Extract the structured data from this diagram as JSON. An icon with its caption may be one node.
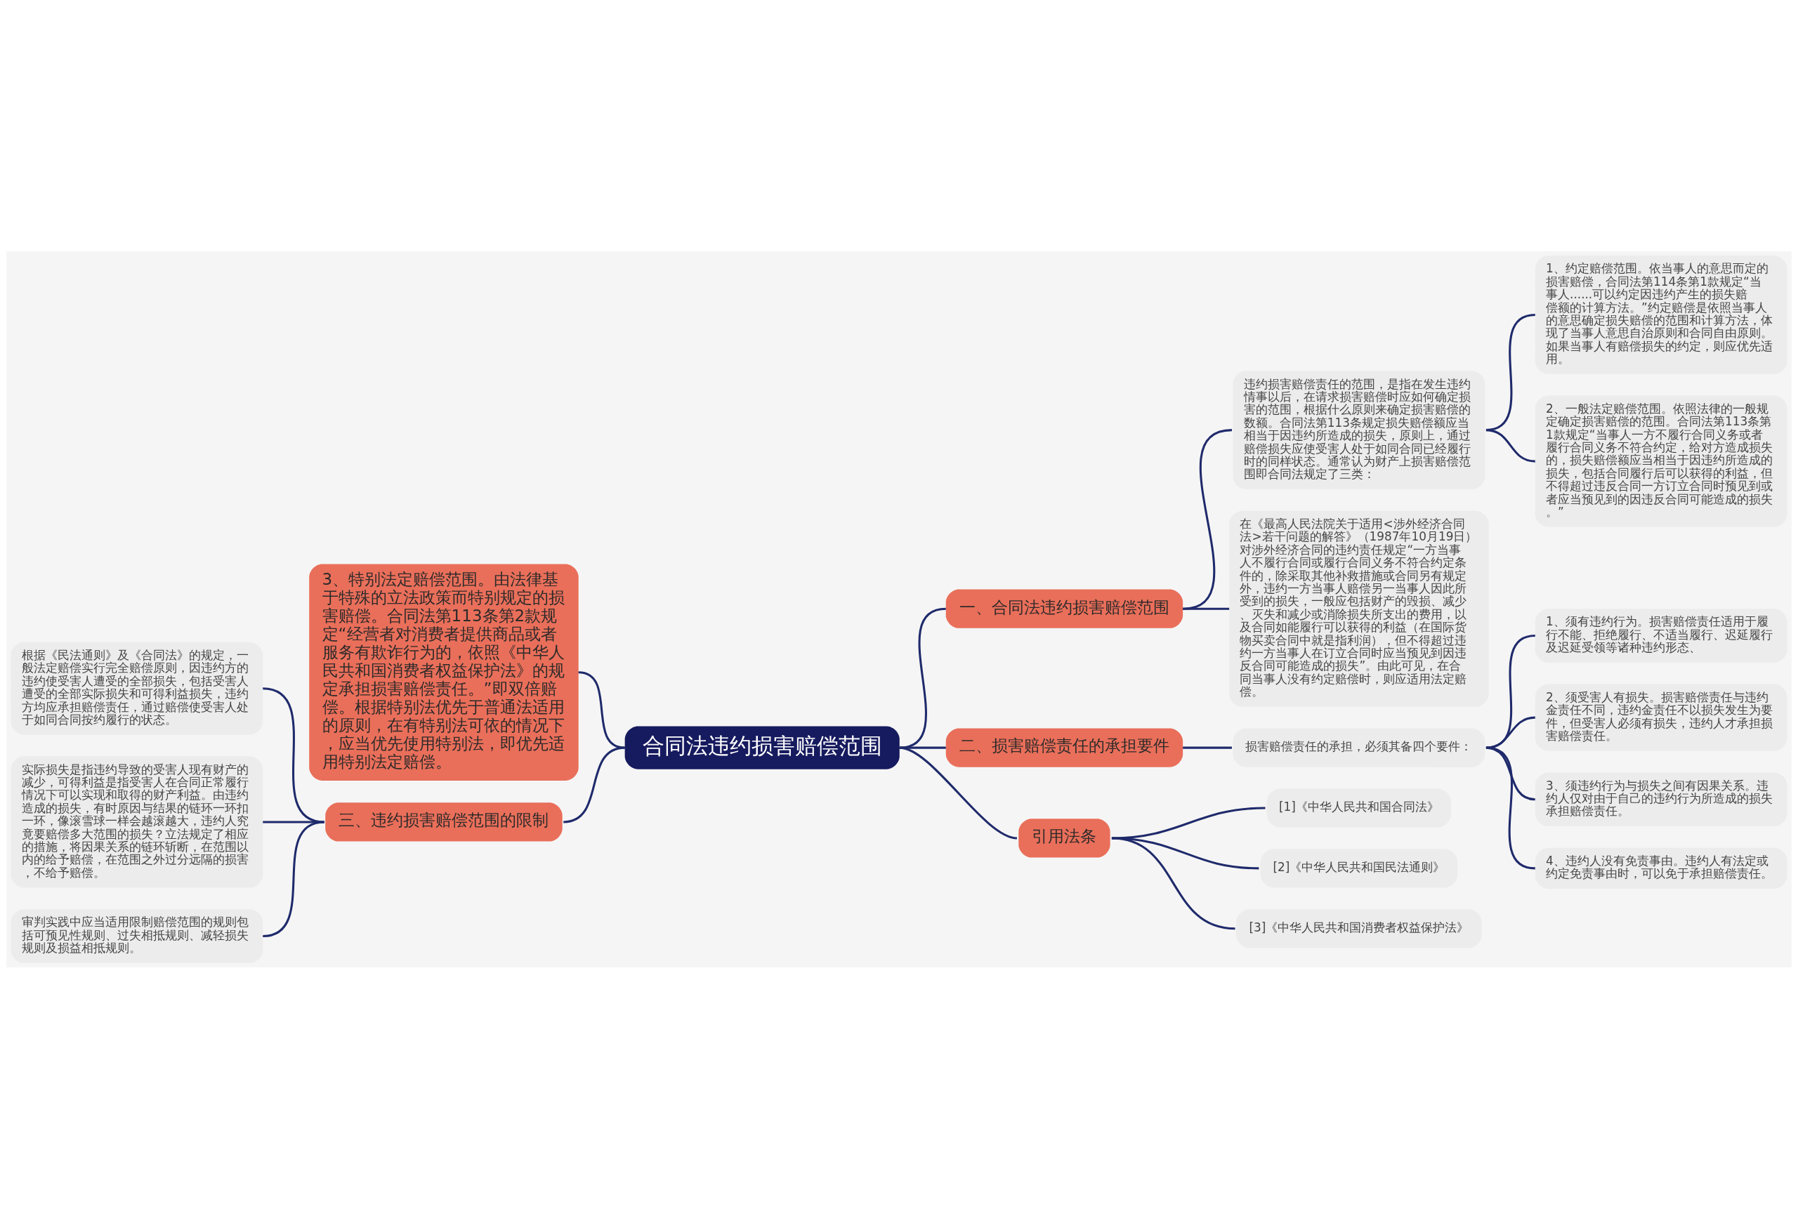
{
  "diagram": {
    "nodes": [
      {
        "text": [
          "合同法违约损害赔偿范围"
        ]
      },
      {
        "text": [
          "一、合同法违约损害赔偿范围"
        ]
      },
      {
        "text": [
          "违约损害赔偿责任的范围，是指在发生违约情事以后，在请求损害赔偿时应如何确定损害的范围，根据什么原则来确定损害赔偿的数额。合同法第113条规定损失赔偿额应当相当于因违约所造成的损失，原则上，通过赔偿损失应使受害人处于如同合同已经履行时的同样状态。通常认为财产上损害赔偿范围即合同法规定了三类："
        ]
      },
      {
        "text": [
          "1、约定赔偿范围。依当事人的意思而定的损害赔偿，合同法第114条第1款规定“当事人......可以约定因违约产生的损失赔偿额的计算方法。”约定赔偿是依照当事人的意思确定损失赔偿的范围和计算方法，体现了当事人意思自治原则和合同自由原则。如果当事人有赔偿损失的约定，则应优先适用。"
        ]
      },
      {
        "text": [
          "2、一般法定赔偿范围。依照法律的一般规定确定损害赔偿的范围。合同法第113条第1款规定“当事人一方不履行合同义务或者履行合同义务不符合约定，给对方造成损失的，损失赔偿额应当相当于因违约所造成的损失，包括合同履行后可以获得的利益，但不得超过违反合同一方订立合同时预见到或者应当预见到的因违反合同可能造成的损失。”"
        ]
      },
      {
        "text": [
          "在《最高人民法院关于适用<涉外经济合同法>若干问题的解答》（1987年10月19日）对涉外经济合同的违约责任规定“一方当事人不履行合同或履行合同义务不符合约定条件的，除采取其他补救措施或合同另有规定外，违约一方当事人赔偿另一当事人因此所受到的损失，一般应包括财产的毁损、减少、灭失和减少或消除损失所支出的费用，以及合同如能履行可以获得的利益（在国际货物买卖合同中就是指利润），但不得超过违约一方当事人在订立合同时应当预见到因违反合同可能造成的损失”。由此可见，在合同当事人没有约定赔偿时，则应适用法定赔偿。"
        ]
      },
      {
        "text": [
          "二、损害赔偿责任的承担要件"
        ]
      },
      {
        "text": [
          "损害赔偿责任的承担，必须其备四个要件："
        ]
      },
      {
        "text": [
          "1、须有违约行为。损害赔偿责任适用于履行不能、拒绝履行、不适当履行、迟延履行及迟延受领等诸种违约形态、"
        ]
      },
      {
        "text": [
          "2、须受害人有损失。损害赔偿责任与违约金责任不同，违约金责任不以损失发生为要件，但受害人必须有损失，违约人才承担损害赔偿责任。"
        ]
      },
      {
        "text": [
          "3、须违约行为与损失之间有因果关系。违约人仅对由于自己的违约行为所造成的损失承担赔偿责任。"
        ]
      },
      {
        "text": [
          "4、违约人没有免责事由。违约人有法定或约定免责事由时，可以免于承担赔偿责任。"
        ]
      },
      {
        "text": [
          "三、违约损害赔偿范围的限制"
        ]
      },
      {
        "text": [
          "根据《民法通则》及《合同法》的规定，一般法定赔偿实行完全赔偿原则，因违约方的违约使受害人遭受的全部损失，包括受害人遭受的全部实际损失和可得利益损失，违约方均应承担赔偿责任，通过赔偿使受害人处于如同合同按约履行的状态。"
        ]
      },
      {
        "text": [
          "实际损失是指违约导致的受害人现有财产的减少，可得利益是指受害人在合同正常履行情况下可以实现和取得的财产利益。由违约造成的损失，有时原因与结果的链环一环扣一环，像滚雪球一样会越滚越大，违约人究竟要赔偿多大范围的损失？立法规定了相应的措施，将因果关系的链环斩断，在范围以内的给予赔偿，在范围之外过分远隔的损害，不给予赔偿。"
        ]
      },
      {
        "text": [
          "审判实践中应当适用限制赔偿范围的规则包括可预见性规则、过失相抵规则、减轻损失规则及损益相抵规则。"
        ]
      },
      {
        "text": [
          "3、特别法定赔偿范围。由法律基于特殊的立法政策而特别规定的损害赔偿。合同法第113条第2款规定“经营者对消费者提供商品或者服务有欺诈行为的，依照《中华人民共和国消费者权益保护法》的规定承担损害赔偿责任。”即双倍赔偿。根据特别法优先于普通法适用的原则，在有特别法可依的情况下，应当优先使用特别法，即优先适用特别法定赔偿。"
        ]
      },
      {
        "text": [
          "引用法条"
        ]
      },
      {
        "text": [
          "[1]《中华人民共和国合同法》"
        ]
      },
      {
        "text": [
          "[2]《中华人民共和国民法通则》"
        ]
      },
      {
        "text": [
          "[3]《中华人民共和国消费者权益保护法》"
        ]
      }
    ],
    "edges": [
      {
        "from": 0,
        "to": 1,
        "arrow": "none"
      },
      {
        "from": 1,
        "to": 2,
        "arrow": "none"
      },
      {
        "from": 2,
        "to": 3,
        "arrow": "none"
      },
      {
        "from": 2,
        "to": 4,
        "arrow": "none"
      },
      {
        "from": 1,
        "to": 5,
        "arrow": "none"
      },
      {
        "from": 0,
        "to": 6,
        "arrow": "none"
      },
      {
        "from": 6,
        "to": 7,
        "arrow": "none"
      },
      {
        "from": 7,
        "to": 8,
        "arrow": "none"
      },
      {
        "from": 7,
        "to": 9,
        "arrow": "none"
      },
      {
        "from": 7,
        "to": 10,
        "arrow": "none"
      },
      {
        "from": 7,
        "to": 11,
        "arrow": "none"
      },
      {
        "from": 0,
        "to": 16,
        "arrow": "none"
      },
      {
        "from": 0,
        "to": 12,
        "arrow": "none"
      },
      {
        "from": 12,
        "to": 13,
        "arrow": "none"
      },
      {
        "from": 12,
        "to": 14,
        "arrow": "none"
      },
      {
        "from": 12,
        "to": 15,
        "arrow": "none"
      },
      {
        "from": 0,
        "to": 17,
        "arrow": "none"
      },
      {
        "from": 17,
        "to": 18,
        "arrow": "none"
      },
      {
        "from": 17,
        "to": 19,
        "arrow": "none"
      },
      {
        "from": 17,
        "to": 20,
        "arrow": "none"
      }
    ]
  }
}
